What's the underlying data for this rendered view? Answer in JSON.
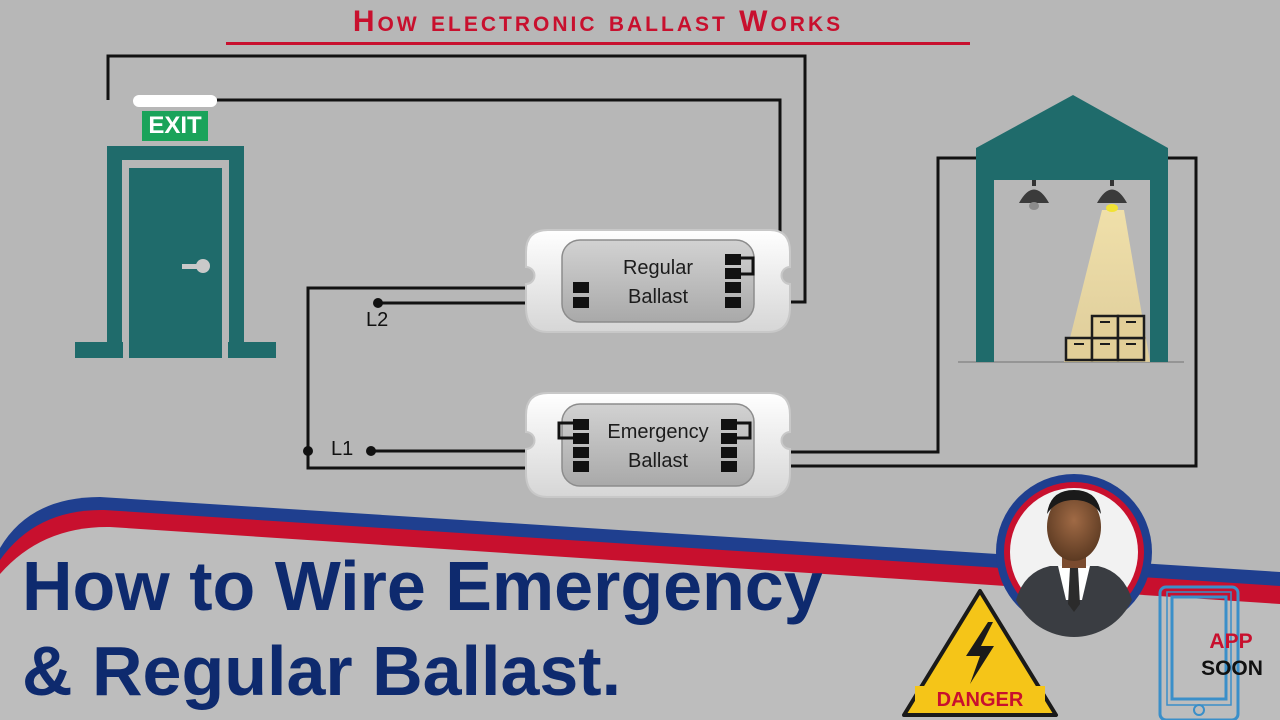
{
  "diagram_title": "How electronic ballast Works",
  "exit_sign_label": "EXIT",
  "regular_ballast": {
    "line1": "Regular",
    "line2": "Ballast"
  },
  "emergency_ballast": {
    "line1": "Emergency",
    "line2": "Ballast"
  },
  "wire_labels": {
    "l1": "L1",
    "l2": "L2"
  },
  "headline": {
    "line1": "How to Wire Emergency",
    "line2": "& Regular Ballast."
  },
  "danger_sign": "DANGER",
  "app_badge": {
    "line1": "APP",
    "line2": "SOON"
  },
  "colors": {
    "background": "#b7b7b7",
    "title_red": "#c8102e",
    "headline_navy": "#0e2a6e",
    "building_teal": "#1f6b6b",
    "exit_green": "#1aa35a",
    "wire": "#111111",
    "banner_blue": "#1f3f8f",
    "warning_yellow": "#f5c518",
    "phone_blue": "#3a8fc9"
  },
  "icons": [
    "door-icon",
    "warehouse-icon",
    "lamp-icon",
    "boxes-icon",
    "lightning-icon",
    "phone-icon",
    "avatar"
  ]
}
